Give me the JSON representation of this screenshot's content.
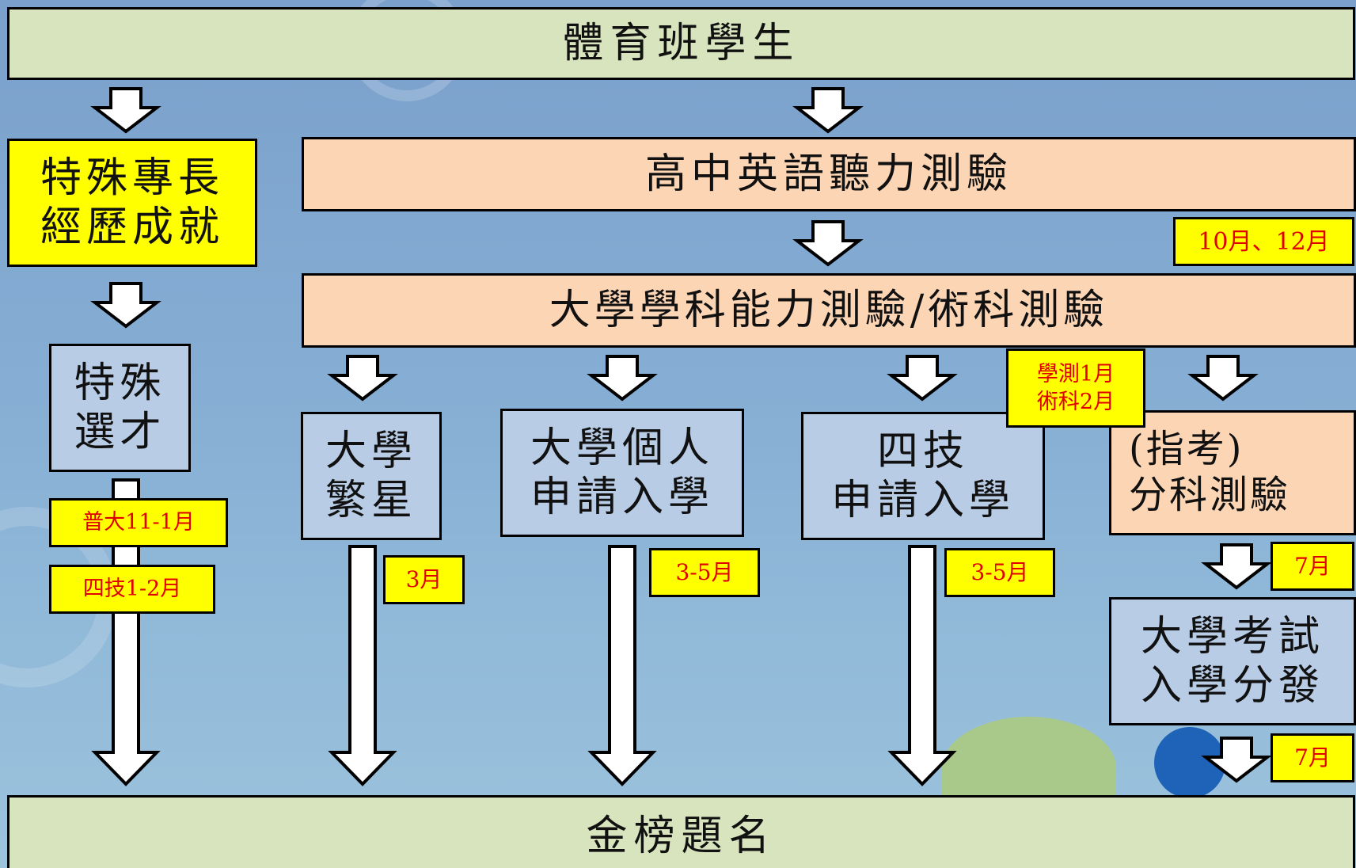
{
  "boxes": {
    "top": "體育班學生",
    "special_achievement": "特殊專長\n經歷成就",
    "english_listening": "高中英語聽力測驗",
    "gsat_art": "大學學科能力測驗/術科測驗",
    "special_selection": "特殊\n選才",
    "star_plan": "大學\n繁星",
    "personal_application": "大學個人\n申請入學",
    "tech_application": "四技\n申請入學",
    "subject_test": "(指考)\n分科測驗",
    "exam_distribution": "大學考試\n入學分發",
    "bottom": "金榜題名"
  },
  "tags": {
    "oct_dec": "10月、12月",
    "gsat_art_month": "學測1月\n術科2月",
    "general_univ": "普大11-1月",
    "tech_univ": "四技1-2月",
    "star_month": "3月",
    "personal_month": "3-5月",
    "tech_month": "3-5月",
    "subject_month": "7月",
    "distribution_month": "7月"
  },
  "colors": {
    "green_box": "#d8e4bd",
    "peach_box": "#fcd5b5",
    "blue_box": "#b8cce6",
    "yellow_tag": "#ffff00",
    "tag_text": "#e00000"
  }
}
